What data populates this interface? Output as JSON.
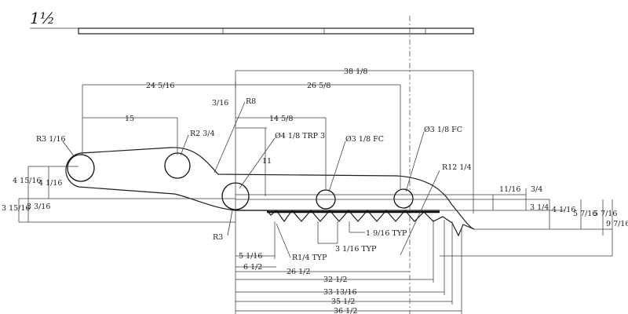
{
  "thickness_label": "1½",
  "dimensions": {
    "d_38_1_8": "38 1/8",
    "d_24_5_16": "24 5/16",
    "d_26_5_8": "26 5/8",
    "d_3_16": "3/16",
    "d_r8": "R8",
    "d_15": "15",
    "d_r2_3_4": "R2 3/4",
    "d_14_5_8": "14 5/8",
    "d_hole_4_1_8": "Ø4 1/8 TRP 3",
    "d_hole_3_1_8_mid": "Ø3 1/8 FC",
    "d_hole_3_1_8_right": "Ø3 1/8 FC",
    "d_r3_1_16": "R3 1/16",
    "d_11": "11",
    "d_r12_1_4": "R12 1/4",
    "d_4_15_16": "4 15/16",
    "d_4_1_16_left": "4 1/16",
    "d_3_15_16": "3 15/16",
    "d_3_3_16": "3 3/16",
    "d_11_16": "11/16",
    "d_3_4": "3/4",
    "d_3_1_4": "3 1/4",
    "d_4_1_16_right": "4 1/16",
    "d_5_7_16_a": "5 7/16",
    "d_5_7_16_b": "5 7/16",
    "d_9_7_16": "9 7/16",
    "d_r3": "R3",
    "d_1_9_16_typ": "1 9/16 TYP",
    "d_3_1_16_typ": "3 1/16 TYP",
    "d_5_1_16": "5 1/16",
    "d_r1_4_typ": "R1/4 TYP",
    "d_6_1_2": "6 1/2",
    "d_26_1_2": "26 1/2",
    "d_32_1_2": "32 1/2",
    "d_33_13_16": "33 13/16",
    "d_35_1_2": "35 1/2",
    "d_36_1_2": "36 1/2"
  }
}
